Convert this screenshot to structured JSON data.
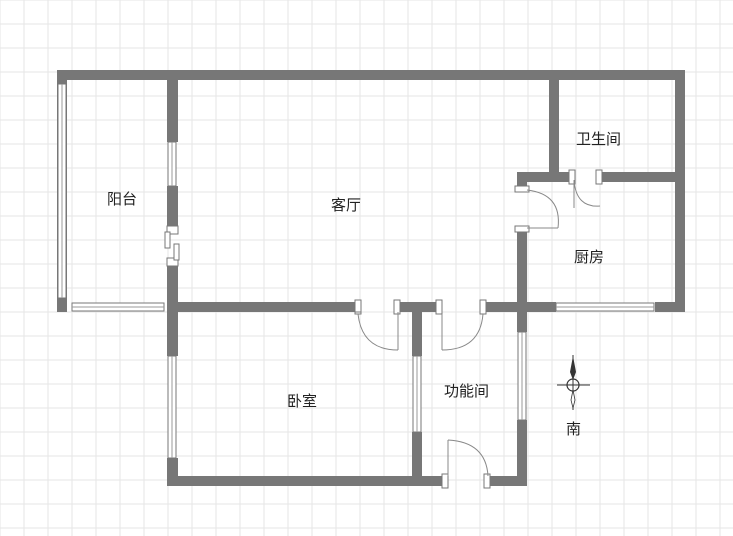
{
  "rooms": {
    "balcony": "阳台",
    "living_room": "客厅",
    "bathroom": "卫生间",
    "kitchen": "厨房",
    "bedroom": "卧室",
    "utility_room": "功能间"
  },
  "compass": {
    "direction_label": "南"
  },
  "colors": {
    "wall": "#777777",
    "grid": "#e6e6e6",
    "background": "#ffffff"
  }
}
